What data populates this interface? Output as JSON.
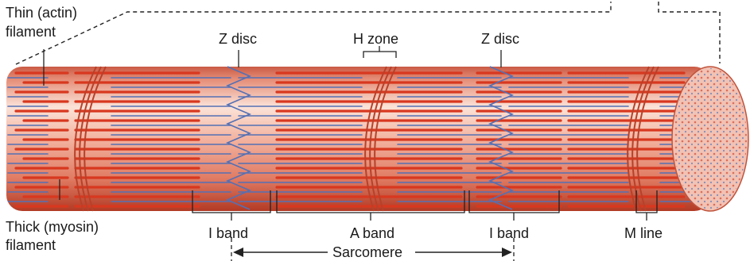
{
  "labels": {
    "thin_line1": "Thin (actin)",
    "thin_line2": "filament",
    "thick_line1": "Thick (myosin)",
    "thick_line2": "filament",
    "z_disc_left": "Z disc",
    "h_zone": "H zone",
    "z_disc_right": "Z disc",
    "i_band_left": "I band",
    "a_band": "A band",
    "i_band_right": "I band",
    "m_line": "M line",
    "sarcomere": "Sarcomere"
  },
  "colors": {
    "fiber_base": "#e8826e",
    "fiber_highlight": "#fbe2d6",
    "fiber_shadow": "#b93a22",
    "thick_filament": "#d8381f",
    "thin_filament": "#5470b4",
    "end_cap": "#f2c2b4",
    "label_text": "#1a1a1a"
  }
}
